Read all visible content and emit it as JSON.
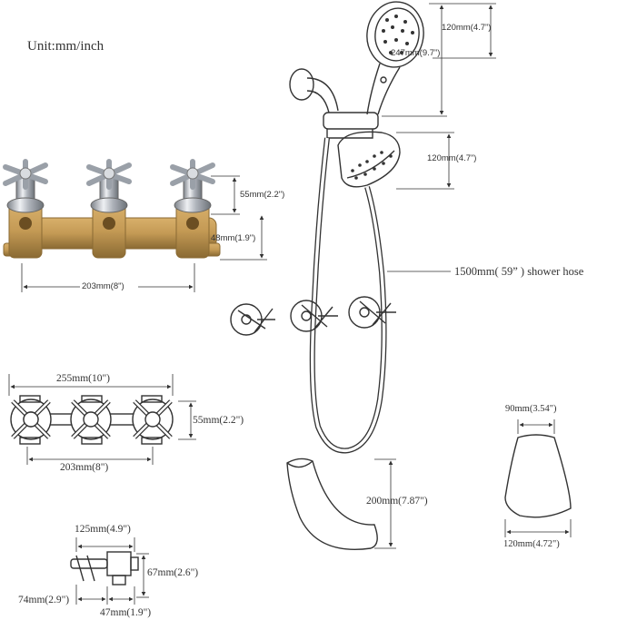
{
  "unit": "Unit:mm/inch",
  "labels": {
    "handheld_height": "120mm(4.7”)",
    "handheld_length": "247mm(9.7”)",
    "fixed_head_height": "120mm(4.7”)",
    "hose": "1500mm( 59” ) shower hose",
    "valve_top": "55mm(2.2\")",
    "valve_body": "48mm(1.9\")",
    "valve_span": "203mm(8\")",
    "plate_width": "255mm(10\")",
    "plate_height": "55mm(2.2\")",
    "plate_span": "203mm(8\")",
    "spout_length": "200mm(7.87\")",
    "escutcheon_top": "90mm(3.54\")",
    "escutcheon_bottom": "120mm(4.72\")",
    "handle_depth": "125mm(4.9\")",
    "handle_height": "67mm(2.6\")",
    "handle_offset": "74mm(2.9\")",
    "handle_stem": "47mm(1.9\")"
  },
  "colors": {
    "line": "#333333",
    "chrome": "#c9ccd1",
    "chrome_dark": "#7d828a",
    "brass": "#c49a55",
    "brass_dark": "#8a6a33"
  }
}
